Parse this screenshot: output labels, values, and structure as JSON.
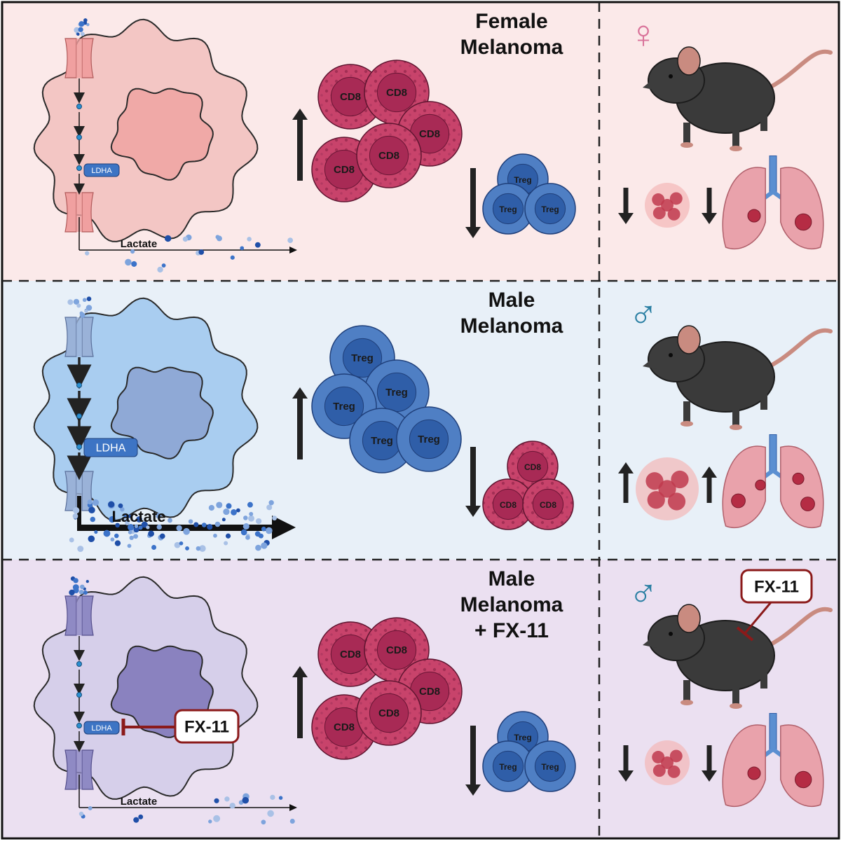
{
  "panels": [
    {
      "id": "female",
      "title_lines": [
        "Female",
        "Melanoma"
      ],
      "sex_symbol": "♀",
      "ldha_label": "LDHA",
      "lactate_label": "Lactate",
      "top_cells": [
        "CD8",
        "CD8",
        "CD8",
        "CD8",
        "CD8"
      ],
      "bottom_cells": [
        "Treg",
        "Treg",
        "Treg"
      ],
      "fx11_label": ""
    },
    {
      "id": "male",
      "title_lines": [
        "Male",
        "Melanoma"
      ],
      "sex_symbol": "♂",
      "ldha_label": "LDHA",
      "lactate_label": "Lactate",
      "top_cells": [
        "Treg",
        "Treg",
        "Treg",
        "Treg",
        "Treg"
      ],
      "bottom_cells": [
        "CD8",
        "CD8",
        "CD8"
      ],
      "fx11_label": ""
    },
    {
      "id": "male_fx11",
      "title_lines": [
        "Male",
        "Melanoma",
        "+ FX-11"
      ],
      "sex_symbol": "♂",
      "ldha_label": "LDHA",
      "lactate_label": "Lactate",
      "top_cells": [
        "CD8",
        "CD8",
        "CD8",
        "CD8",
        "CD8"
      ],
      "bottom_cells": [
        "Treg",
        "Treg",
        "Treg"
      ],
      "fx11_label": "FX-11"
    }
  ],
  "colors": {
    "female_bg": "#fbe9e9",
    "male_bg": "#e8f0f8",
    "fx_bg": "#ebe0f1",
    "female_symbol": "#d9739a",
    "male_symbol": "#2a7fa3",
    "cd8": "#c8436b",
    "treg": "#4f7fc4",
    "inhibitor": "#8b1a1a"
  }
}
